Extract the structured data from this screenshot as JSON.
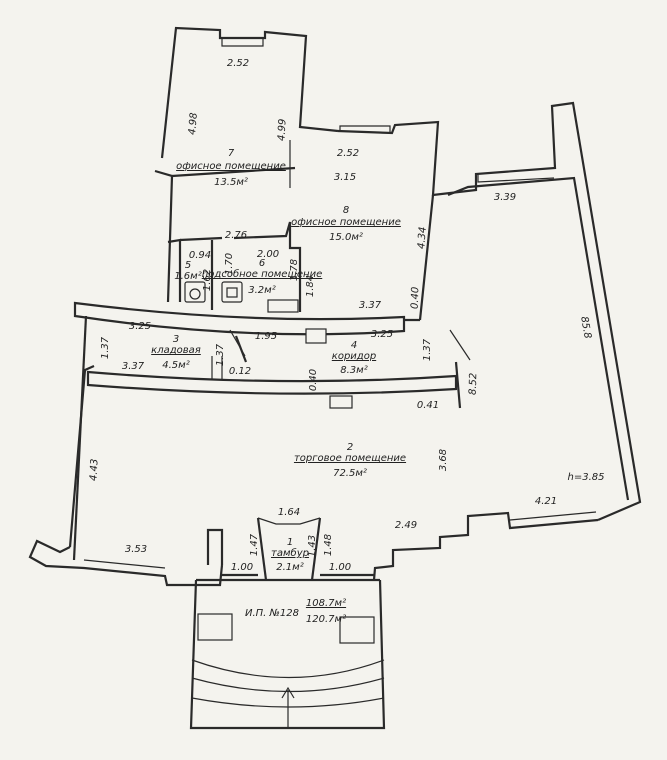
{
  "rooms": [
    {
      "num": "7",
      "name": "офисное помещение",
      "area": "13.5м²"
    },
    {
      "num": "8",
      "name": "офисное помещение",
      "area": "15.0м²"
    },
    {
      "num": "5",
      "name": "",
      "area": "1.6м²"
    },
    {
      "num": "6",
      "name": "подсобное помещение",
      "area": "3.2м²"
    },
    {
      "num": "3",
      "name": "кладовая",
      "area": "4.5м²"
    },
    {
      "num": "4",
      "name": "коридор",
      "area": "8.3м²"
    },
    {
      "num": "2",
      "name": "торговое помещение",
      "area": "72.5м²"
    },
    {
      "num": "1",
      "name": "тамбур",
      "area": "2.1м²"
    }
  ],
  "dimensions": {
    "d1": "2.52",
    "d2": "4.98",
    "d3": "4.99",
    "d4": "2.52",
    "d5": "3.15",
    "d6": "3.39",
    "d7": "85.8",
    "d8": "2.76",
    "d9": "0.94",
    "d10": "2.00",
    "d11": "1.70",
    "d12": "1.62",
    "d13": "1.78",
    "d14": "1.84",
    "d15": "4.34",
    "d16": "0.40",
    "d17": "3.37",
    "d18": "3.25",
    "d19": "1.95",
    "d20": "3.25",
    "d21": "1.37",
    "d22": "1.37",
    "d23": "1.37",
    "d24": "0.12",
    "d25": "3.37",
    "d26": "0.40",
    "d27": "8.52",
    "d28": "0.41",
    "d29": "4.43",
    "d30": "3.68",
    "d31": "4.21",
    "d32": "2.49",
    "d33": "1.64",
    "d34": "1.47",
    "d35": "1.43",
    "d36": "1.48",
    "d37": "1.00",
    "d38": "1.00",
    "d39": "3.53"
  },
  "height_note": "h=3.85",
  "summary": {
    "label": "И.П. №128",
    "area_a": "108.7м²",
    "area_b": "120.7м²"
  }
}
